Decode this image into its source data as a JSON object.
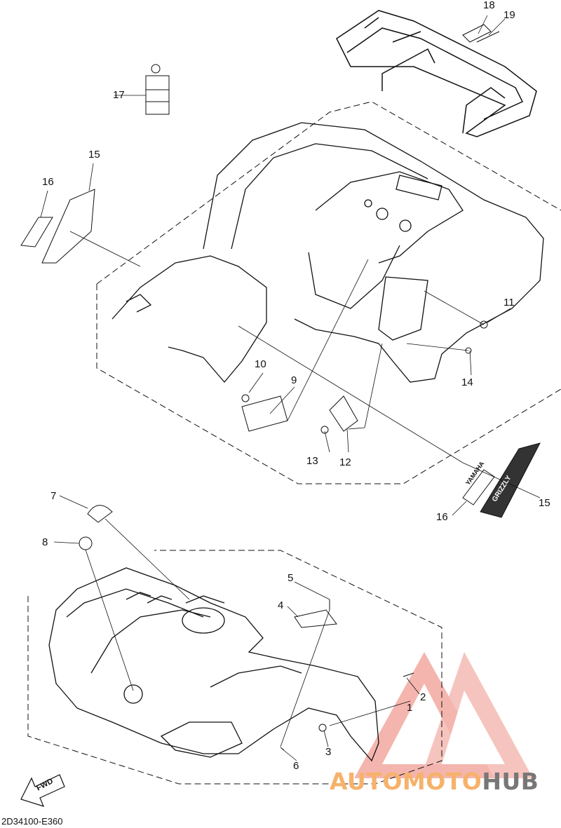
{
  "diagram": {
    "callouts": [
      {
        "id": "c1",
        "text": "1"
      },
      {
        "id": "c2",
        "text": "2"
      },
      {
        "id": "c3",
        "text": "3"
      },
      {
        "id": "c4",
        "text": "4"
      },
      {
        "id": "c5",
        "text": "5"
      },
      {
        "id": "c6",
        "text": "6"
      },
      {
        "id": "c7",
        "text": "7"
      },
      {
        "id": "c8",
        "text": "8"
      },
      {
        "id": "c9",
        "text": "9"
      },
      {
        "id": "c10",
        "text": "10"
      },
      {
        "id": "c11",
        "text": "11"
      },
      {
        "id": "c12",
        "text": "12"
      },
      {
        "id": "c13",
        "text": "13"
      },
      {
        "id": "c14",
        "text": "14"
      },
      {
        "id": "c15a",
        "text": "15"
      },
      {
        "id": "c15b",
        "text": "15"
      },
      {
        "id": "c16a",
        "text": "16"
      },
      {
        "id": "c16b",
        "text": "16"
      },
      {
        "id": "c17",
        "text": "17"
      },
      {
        "id": "c18",
        "text": "18"
      },
      {
        "id": "c19",
        "text": "19"
      }
    ],
    "drawing_code": "2D34100-E360",
    "fwd_label": "FWD",
    "decal_texts": {
      "brand": "YAMAHA",
      "model": "GRIZZLY"
    }
  },
  "watermark": {
    "part1": "AUTOMOTO",
    "part2": "HUB",
    "colors": {
      "accent": "#f6b26b",
      "gray": "#777777",
      "triangle": "#f3a9a0"
    }
  }
}
